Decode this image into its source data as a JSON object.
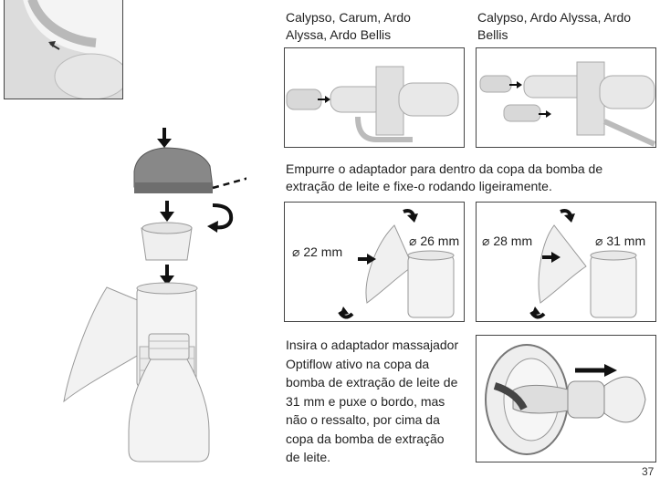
{
  "compat_left": {
    "line1": "Calypso, Carum, Ardo",
    "line2": "Alyssa, Ardo Bellis"
  },
  "compat_right": {
    "line1": "Calypso, Ardo Alyssa, Ardo",
    "line2": "Bellis"
  },
  "instruction_1": {
    "line1": "Empurre o adaptador para dentro da copa da bomba de",
    "line2": "extração de leite e fixe-o rodando ligeiramente."
  },
  "size_left": {
    "small": "⌀ 22 mm",
    "large": "⌀ 26 mm"
  },
  "size_right": {
    "small": "⌀ 28 mm",
    "large": "⌀ 31 mm"
  },
  "instruction_2": {
    "lines": [
      "Insira o adaptador massajador",
      "Optiflow ativo na copa da",
      "bomba de extração de leite de",
      "31 mm e puxe o bordo, mas",
      "não o ressalto, por cima da",
      "copa da bomba de extração",
      "de leite."
    ]
  },
  "page_number": "37"
}
